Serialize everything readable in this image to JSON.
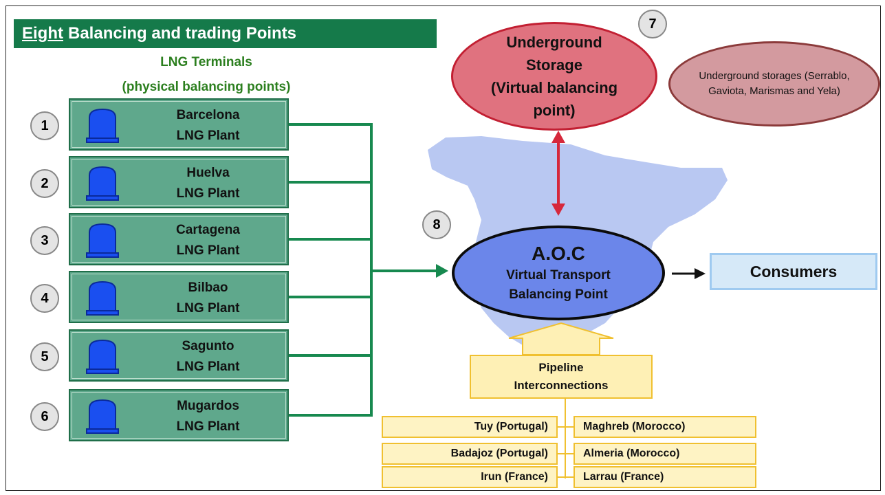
{
  "title": {
    "emphasis": "Eight",
    "rest": "Balancing and trading Points"
  },
  "lng_header": {
    "line1": "LNG Terminals",
    "line2": "(physical balancing points)"
  },
  "plants": [
    {
      "number": "1",
      "name": "Barcelona",
      "type": "LNG Plant"
    },
    {
      "number": "2",
      "name": "Huelva",
      "type": "LNG Plant"
    },
    {
      "number": "3",
      "name": "Cartagena",
      "type": "LNG Plant"
    },
    {
      "number": "4",
      "name": "Bilbao",
      "type": "LNG Plant"
    },
    {
      "number": "5",
      "name": "Sagunto",
      "type": "LNG Plant"
    },
    {
      "number": "6",
      "name": "Mugardos",
      "type": "LNG Plant"
    }
  ],
  "storage": {
    "number": "7",
    "line1": "Underground",
    "line2": "Storage",
    "line3": "(Virtual balancing",
    "line4": "point)"
  },
  "storages_note": {
    "text": "Underground storages (Serrablo, Gaviota, Marismas and Yela)"
  },
  "aoc": {
    "number": "8",
    "title": "A.O.C",
    "line1": "Virtual Transport",
    "line2": "Balancing Point"
  },
  "consumers": {
    "label": "Consumers"
  },
  "pipeline": {
    "line1": "Pipeline",
    "line2": "Interconnections"
  },
  "interconnections_left": [
    "Tuy (Portugal)",
    "Badajoz (Portugal)",
    "Irun (France)"
  ],
  "interconnections_right": [
    "Maghreb (Morocco)",
    "Almeria  (Morocco)",
    "Larrau  (France)"
  ],
  "colors": {
    "title_bg": "#157a4a",
    "plant_bg": "#5fa88c",
    "connector": "#17894f",
    "storage_fill": "#e0727f",
    "aoc_fill": "#6b86ea",
    "map_fill": "#b9c8f2",
    "pipeline_fill": "#fef0b5"
  }
}
